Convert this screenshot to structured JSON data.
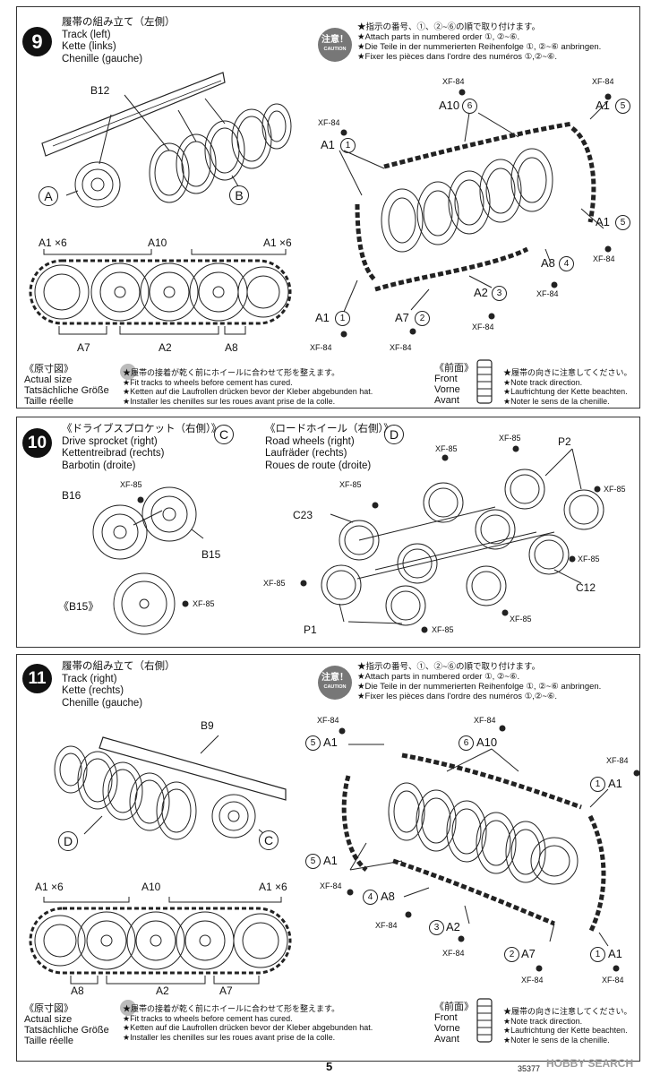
{
  "step9": {
    "number": "9",
    "title_jp": "履帯の組み立て（左側）",
    "title_en": "Track (left)",
    "title_de": "Kette (links)",
    "title_fr": "Chenille (gauche)",
    "caution_badge_jp": "注意！",
    "caution_badge_en": "CAUTION",
    "caution_lines": [
      "★指示の番号、①、②~⑥の順で取り付けます。",
      "★Attach parts in numbered order ①, ②~⑥.",
      "★Die Teile in der nummerierten Reihenfolge ①, ②~⑥ anbringen.",
      "★Fixer les pièces dans l'ordre des numéros ①,②~⑥."
    ],
    "left_labels": {
      "b12": "B12",
      "a": "A",
      "b": "B"
    },
    "actual_labels": {
      "a1_left": "A1 ×6",
      "a10": "A10",
      "a1_right": "A1 ×6",
      "a7": "A7",
      "a2": "A2",
      "a8": "A8"
    },
    "right_labels": [
      {
        "t": "XF-84",
        "k": "xf1"
      },
      {
        "t": "A10",
        "k": "a10"
      },
      {
        "t": "6",
        "k": "n6"
      },
      {
        "t": "XF-84",
        "k": "xf2"
      },
      {
        "t": "A1",
        "k": "a1tr"
      },
      {
        "t": "5",
        "k": "n5a"
      },
      {
        "t": "XF-84",
        "k": "xf3"
      },
      {
        "t": "A1",
        "k": "a1l"
      },
      {
        "t": "1",
        "k": "n1a"
      },
      {
        "t": "A1",
        "k": "a1r"
      },
      {
        "t": "5",
        "k": "n5b"
      },
      {
        "t": "XF-84",
        "k": "xf4"
      },
      {
        "t": "A8",
        "k": "a8"
      },
      {
        "t": "4",
        "k": "n4"
      },
      {
        "t": "XF-84",
        "k": "xf5"
      },
      {
        "t": "A2",
        "k": "a2"
      },
      {
        "t": "3",
        "k": "n3"
      },
      {
        "t": "XF-84",
        "k": "xf6"
      },
      {
        "t": "A1",
        "k": "a1b"
      },
      {
        "t": "1",
        "k": "n1b"
      },
      {
        "t": "XF-84",
        "k": "xf7"
      },
      {
        "t": "A7",
        "k": "a7"
      },
      {
        "t": "2",
        "k": "n2"
      },
      {
        "t": "XF-84",
        "k": "xf8"
      }
    ],
    "actual_size_jp": "《原寸図》",
    "actual_size_en": "Actual size",
    "actual_size_de": "Tatsächliche Größe",
    "actual_size_fr": "Taille réelle",
    "fit_notes": [
      "★履帯の接着が乾く前にホイールに合わせて形を整えます。",
      "★Fit tracks to wheels before cement has cured.",
      "★Ketten auf die Laufrollen drücken bevor der Kleber abgebunden hat.",
      "★Installer les chenilles sur les roues avant prise de la colle."
    ],
    "front_jp": "《前面》",
    "front_en": "Front",
    "front_de": "Vorne",
    "front_fr": "Avant",
    "dir_notes": [
      "★履帯の向きに注意してください。",
      "★Note track direction.",
      "★Laufrichtung der Kette beachten.",
      "★Noter le sens de la chenille."
    ]
  },
  "step10": {
    "number": "10",
    "sprocket_jp": "《ドライブスプロケット（右側）》",
    "sprocket_letter": "C",
    "sprocket_en": "Drive sprocket (right)",
    "sprocket_de": "Kettentreibrad (rechts)",
    "sprocket_fr": "Barbotin (droite)",
    "road_jp": "《ロードホイール（右側）》",
    "road_letter": "D",
    "road_en": "Road wheels (right)",
    "road_de": "Laufräder (rechts)",
    "road_fr": "Roues de route (droite)",
    "labels": {
      "b16": "B16",
      "xf85a": "XF-85",
      "b15": "B15",
      "b15b": "《B15》",
      "xf85b": "XF-85",
      "xf85c": "XF-85",
      "xf85d": "XF-85",
      "p2": "P2",
      "xf85e": "XF-85",
      "xf85f": "XF-85",
      "c23": "C23",
      "xf85g": "XF-85",
      "xf85h": "XF-85",
      "c12": "C12",
      "xf85i": "XF-85",
      "p1": "P1",
      "xf85j": "XF-85"
    }
  },
  "step11": {
    "number": "11",
    "title_jp": "履帯の組み立て（右側）",
    "title_en": "Track (right)",
    "title_de": "Kette (rechts)",
    "title_fr": "Chenille (gauche)",
    "caution_badge_jp": "注意！",
    "caution_badge_en": "CAUTION",
    "caution_lines": [
      "★指示の番号、①、②~⑥の順で取り付けます。",
      "★Attach parts in numbered order ①, ②~⑥.",
      "★Die Teile in der nummerierten Reihenfolge ①, ②~⑥ anbringen.",
      "★Fixer les pièces dans l'ordre des numéros ①,②~⑥."
    ],
    "left_labels": {
      "b9": "B9",
      "d": "D",
      "c": "C"
    },
    "actual_labels": {
      "a1_left": "A1 ×6",
      "a10": "A10",
      "a1_right": "A1 ×6",
      "a8": "A8",
      "a2": "A2",
      "a7": "A7"
    },
    "right_labels": [
      {
        "t": "XF-84",
        "k": "xf1"
      },
      {
        "t": "5",
        "k": "n5a"
      },
      {
        "t": "A1",
        "k": "a1tl"
      },
      {
        "t": "XF-84",
        "k": "xf2"
      },
      {
        "t": "6",
        "k": "n6"
      },
      {
        "t": "A10",
        "k": "a10"
      },
      {
        "t": "XF-84",
        "k": "xf3"
      },
      {
        "t": "1",
        "k": "n1a"
      },
      {
        "t": "A1",
        "k": "a1r"
      },
      {
        "t": "5",
        "k": "n5b"
      },
      {
        "t": "A1",
        "k": "a1l"
      },
      {
        "t": "XF-84",
        "k": "xf4"
      },
      {
        "t": "4",
        "k": "n4"
      },
      {
        "t": "A8",
        "k": "a8"
      },
      {
        "t": "XF-84",
        "k": "xf5"
      },
      {
        "t": "3",
        "k": "n3"
      },
      {
        "t": "A2",
        "k": "a2"
      },
      {
        "t": "XF-84",
        "k": "xf6"
      },
      {
        "t": "2",
        "k": "n2"
      },
      {
        "t": "A7",
        "k": "a7"
      },
      {
        "t": "XF-84",
        "k": "xf7"
      },
      {
        "t": "1",
        "k": "n1b"
      },
      {
        "t": "A1",
        "k": "a1b"
      },
      {
        "t": "XF-84",
        "k": "xf8"
      }
    ],
    "actual_size_jp": "《原寸図》",
    "actual_size_en": "Actual size",
    "actual_size_de": "Tatsächliche Größe",
    "actual_size_fr": "Taille réelle",
    "fit_notes": [
      "★履帯の接着が乾く前にホイールに合わせて形を整えます。",
      "★Fit tracks to wheels before cement has cured.",
      "★Ketten auf die Laufrollen drücken bevor der Kleber abgebunden hat.",
      "★Installer les chenilles sur les roues avant prise de la colle."
    ],
    "front_jp": "《前面》",
    "front_en": "Front",
    "front_de": "Vorne",
    "front_fr": "Avant",
    "dir_notes": [
      "★履帯の向きに注意してください。",
      "★Note track direction.",
      "★Laufrichtung der Kette beachten.",
      "★Noter le sens de la chenille."
    ]
  },
  "footer": {
    "page_number": "5",
    "code": "35377",
    "watermark": "HOBBY SEARCH"
  }
}
